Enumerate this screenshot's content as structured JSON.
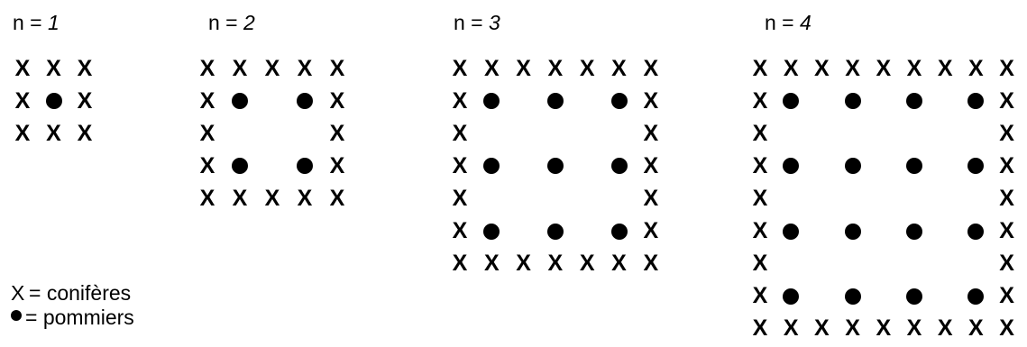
{
  "symbols": {
    "conifer": "X",
    "apple": "●"
  },
  "panels": [
    {
      "prefix": "n = ",
      "n": "1"
    },
    {
      "prefix": "n = ",
      "n": "2"
    },
    {
      "prefix": "n = ",
      "n": "3"
    },
    {
      "prefix": "n = ",
      "n": "4"
    }
  ],
  "legend": {
    "conifer_symbol": "X",
    "conifer_label": "= conifères",
    "apple_label": "= pommiers"
  }
}
